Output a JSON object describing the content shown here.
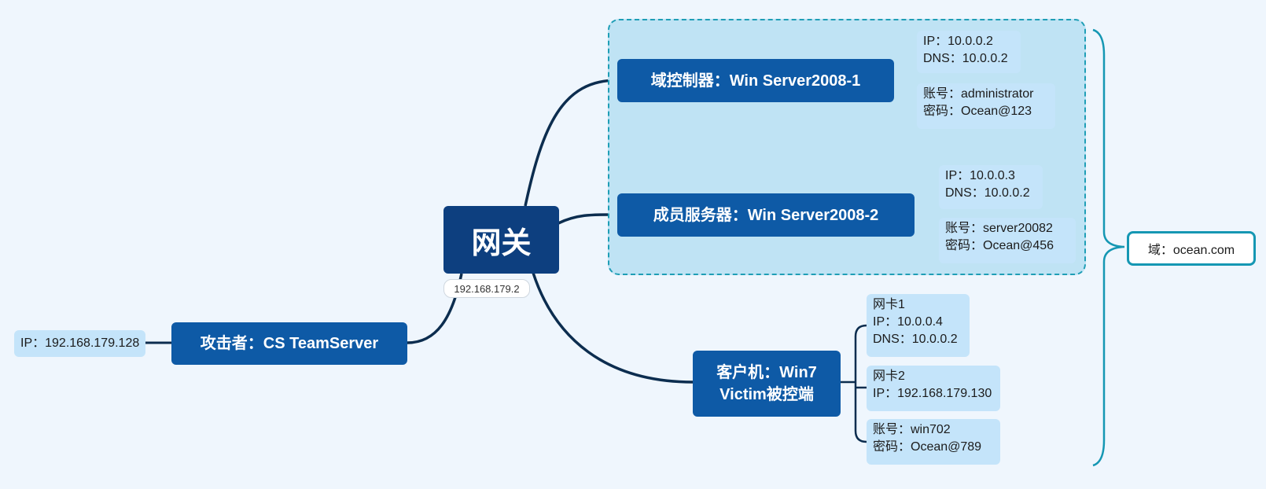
{
  "central": {
    "label": "网关",
    "ip": "192.168.179.2"
  },
  "domain_summary": "域：ocean.com",
  "nodes": {
    "dc": {
      "label": "域控制器：Win Server2008-1",
      "network": [
        "IP：10.0.0.2",
        "DNS：10.0.0.2"
      ],
      "account": [
        "账号：administrator",
        "密码：Ocean@123"
      ]
    },
    "member": {
      "label": "成员服务器：Win Server2008-2",
      "network": [
        "IP：10.0.0.3",
        "DNS：10.0.0.2"
      ],
      "account": [
        "账号：server20082",
        "密码：Ocean@456"
      ]
    },
    "client": {
      "label": [
        "客户机：Win7",
        "Victim被控端"
      ],
      "nic1": [
        "网卡1",
        "IP：10.0.0.4",
        "DNS：10.0.0.2"
      ],
      "nic2": [
        "网卡2",
        "IP：192.168.179.130"
      ],
      "account": [
        "账号：win702",
        "密码：Ocean@789"
      ]
    },
    "attacker": {
      "label": "攻击者：CS TeamServer",
      "ip": "IP：192.168.179.128"
    }
  },
  "colors": {
    "background": "#eff6fd",
    "primary": "#0e5aa6",
    "central": "#0d3f7f",
    "leaf": "#c4e4fa",
    "link": "#0c2d4f",
    "group_border": "#1f9eb6",
    "group_fill": "#bfe3f4"
  }
}
